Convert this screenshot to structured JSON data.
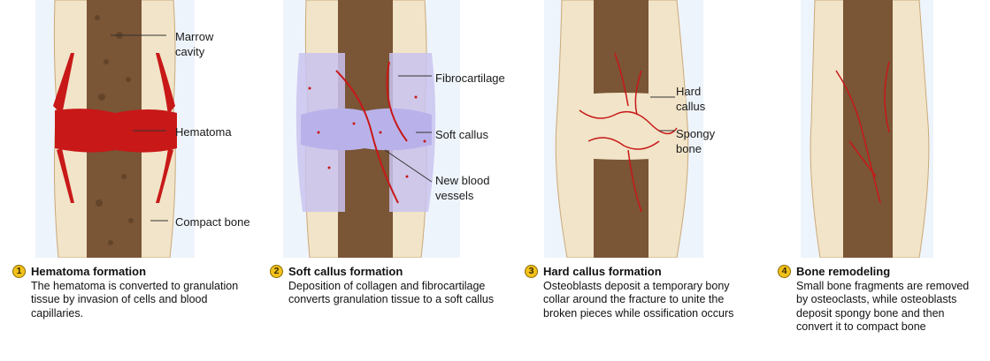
{
  "stages": [
    {
      "number": "1",
      "title": "Hematoma formation",
      "body": "The hematoma is converted to granulation tissue by invasion of cells and blood capillaries.",
      "labels": [
        "Marrow\ncavity",
        "Hematoma",
        "Compact bone"
      ]
    },
    {
      "number": "2",
      "title": "Soft callus formation",
      "body": "Deposition of collagen and fibrocartilage converts granulation tissue to a soft callus",
      "labels": [
        "Fibrocartilage",
        "Soft callus",
        "New blood\nvessels"
      ]
    },
    {
      "number": "3",
      "title": "Hard callus formation",
      "body": "Osteoblasts deposit a temporary bony collar around the fracture to unite the broken pieces while ossification occurs",
      "labels": [
        "Hard\ncallus",
        "Spongy\nbone"
      ]
    },
    {
      "number": "4",
      "title": "Bone remodeling",
      "body": "Small bone fragments are removed by osteoclasts, while osteoblasts deposit spongy bone and then convert it to compact bone",
      "labels": []
    }
  ],
  "colors": {
    "badge": "#f2c21b",
    "cortex": "#f1e4c8",
    "spongy": "#7a5536",
    "blood": "#c81818",
    "cartilage": "#c9c3ee",
    "background_tint": "#eef4fb"
  }
}
